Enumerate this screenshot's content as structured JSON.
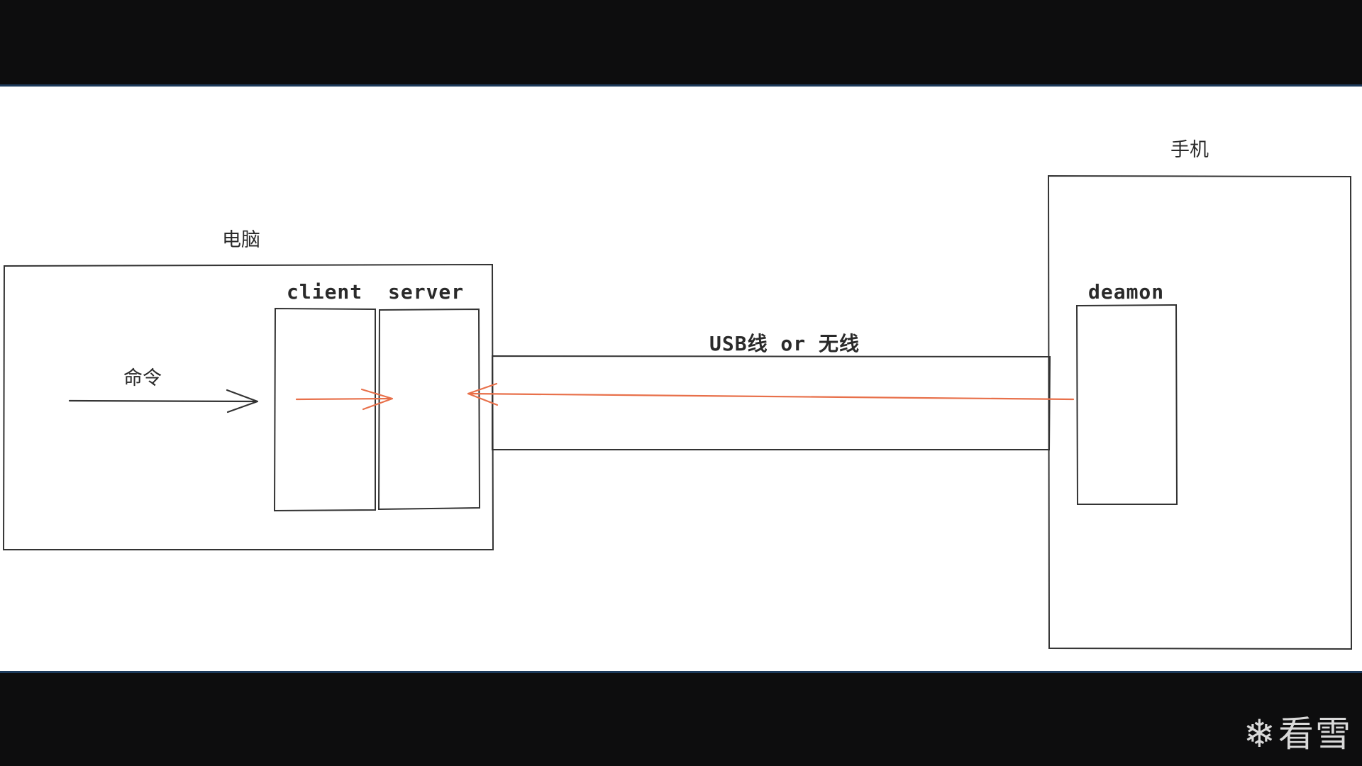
{
  "diagram": {
    "computer_label": "电脑",
    "phone_label": "手机",
    "command_label": "命令",
    "client_label": "client",
    "server_label": "server",
    "link_label": "USB线 or 无线",
    "daemon_label": "deamon",
    "arrow_color": "#e8704a",
    "stroke_color": "#333333"
  },
  "watermark": {
    "icon": "snowflake-icon",
    "text": "看雪"
  }
}
